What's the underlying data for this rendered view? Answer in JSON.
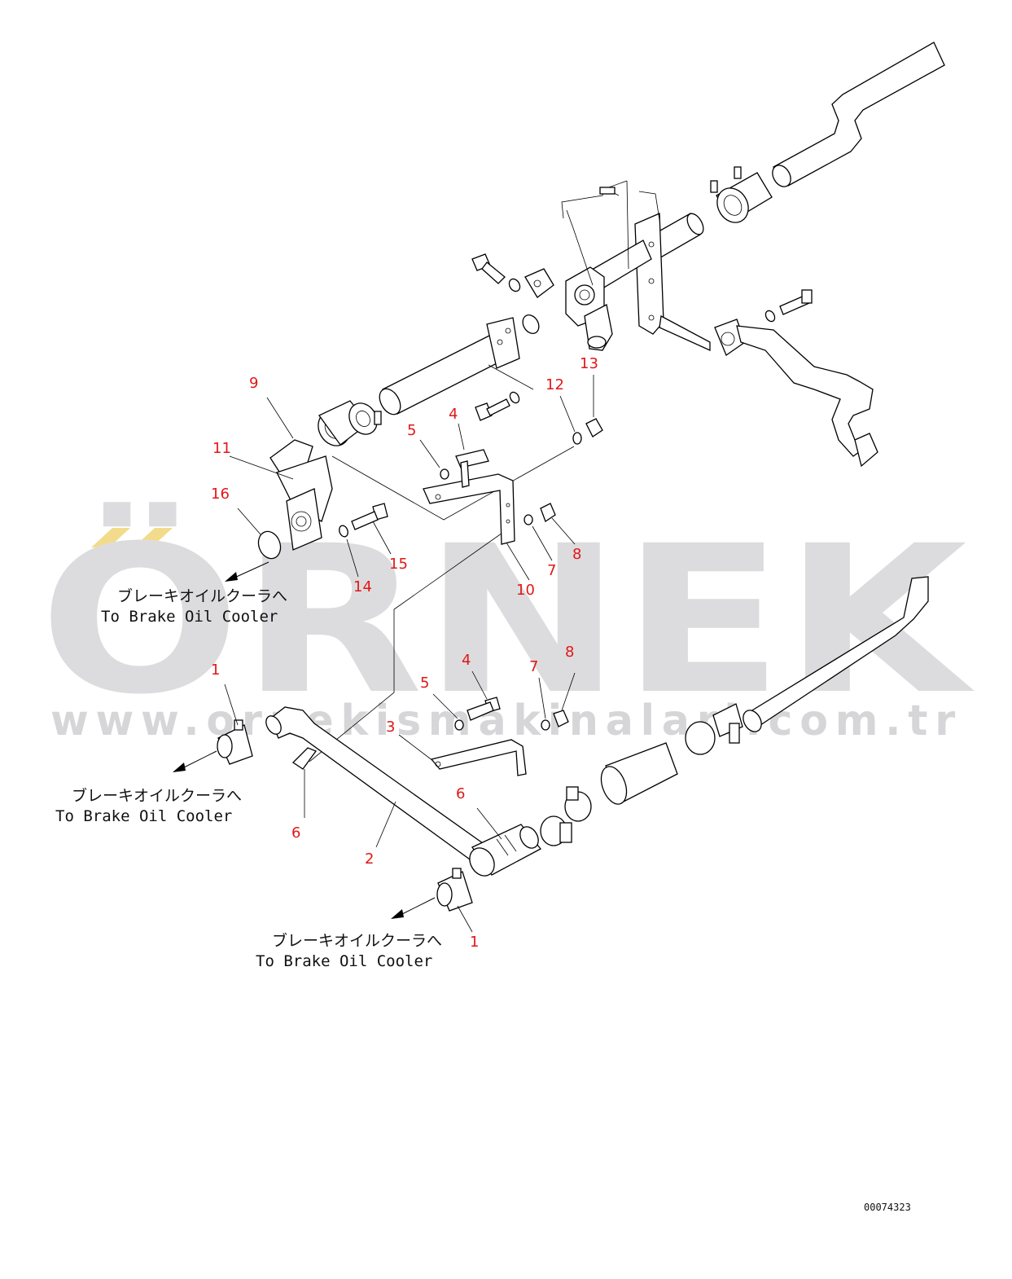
{
  "watermark": {
    "brand": "ÖRNEK",
    "url": "www.ornekismakinalari.com.tr",
    "accent_color": "#f2dc8c",
    "text_color": "#dcdcde"
  },
  "destinations": [
    {
      "ja": "ブレーキオイルクーラへ",
      "en": "To Brake Oil Cooler"
    },
    {
      "ja": "ブレーキオイルクーラへ",
      "en": "To Brake Oil Cooler"
    },
    {
      "ja": "ブレーキオイルクーラへ",
      "en": "To Brake Oil Cooler"
    }
  ],
  "callouts": [
    "9",
    "13",
    "12",
    "4",
    "5",
    "11",
    "16",
    "15",
    "14",
    "10",
    "7",
    "8",
    "1",
    "5",
    "4",
    "7",
    "8",
    "3",
    "6",
    "6",
    "2",
    "1"
  ],
  "drawing_number": "00074323",
  "colors": {
    "callout": "#e01818",
    "line": "#000000"
  }
}
